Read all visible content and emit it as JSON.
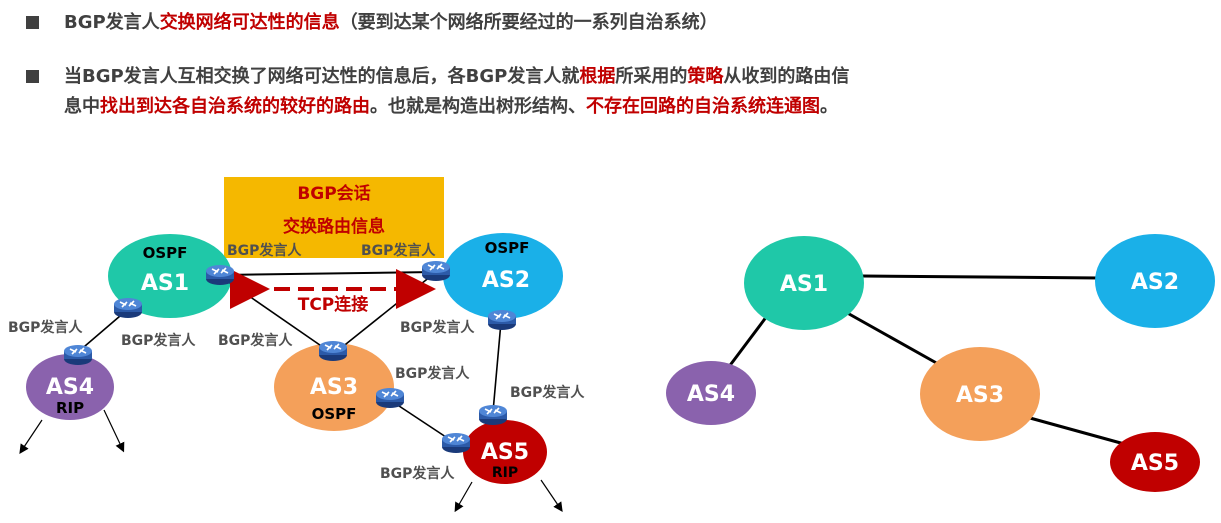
{
  "bullets": [
    {
      "parts": [
        {
          "text": "BGP发言人",
          "red": false
        },
        {
          "text": "交换网络可达性的信息",
          "red": true
        },
        {
          "text": "（要到达某个网络所要经过的一系列自治系统）",
          "red": false
        }
      ]
    },
    {
      "parts": [
        {
          "text": "当BGP发言人互相交换了网络可达性的信息后，各BGP发言人就",
          "red": false
        },
        {
          "text": "根据",
          "red": true
        },
        {
          "text": "所采用的",
          "red": false
        },
        {
          "text": "策略",
          "red": true
        },
        {
          "text": "从收到的路由信",
          "red": false
        }
      ]
    },
    {
      "parts": [
        {
          "text": "息中",
          "red": false
        },
        {
          "text": "找出到达各自治系统的较好的路由",
          "red": true
        },
        {
          "text": "。也就是构造出树形结构、",
          "red": false
        },
        {
          "text": "不存在回路的自治系统连通图",
          "red": true
        },
        {
          "text": "。",
          "red": false
        }
      ]
    }
  ],
  "left_diagram": {
    "session_box": {
      "line1": "BGP会话",
      "line2": "交换路由信息"
    },
    "tcp_label": "TCP连接",
    "as_nodes": [
      {
        "id": "AS1",
        "label": "AS1",
        "sublabel": "OSPF",
        "color": "#1fc8a8"
      },
      {
        "id": "AS2",
        "label": "AS2",
        "sublabel": "OSPF",
        "color": "#1ab0e8"
      },
      {
        "id": "AS3",
        "label": "AS3",
        "sublabel": "OSPF",
        "color": "#f4a05a"
      },
      {
        "id": "AS4",
        "label": "AS4",
        "sublabel": "RIP",
        "color": "#8a62ad"
      },
      {
        "id": "AS5",
        "label": "AS5",
        "sublabel": "RIP",
        "color": "#c00000"
      }
    ],
    "speaker_label": "BGP发言人"
  },
  "right_diagram": {
    "nodes": [
      {
        "id": "AS1",
        "label": "AS1",
        "color": "#1fc8a8"
      },
      {
        "id": "AS2",
        "label": "AS2",
        "color": "#1ab0e8"
      },
      {
        "id": "AS3",
        "label": "AS3",
        "color": "#f4a05a"
      },
      {
        "id": "AS4",
        "label": "AS4",
        "color": "#8a62ad"
      },
      {
        "id": "AS5",
        "label": "AS5",
        "color": "#c00000"
      }
    ],
    "edges": [
      [
        "AS1",
        "AS2"
      ],
      [
        "AS1",
        "AS4"
      ],
      [
        "AS1",
        "AS3"
      ],
      [
        "AS3",
        "AS5"
      ]
    ]
  }
}
